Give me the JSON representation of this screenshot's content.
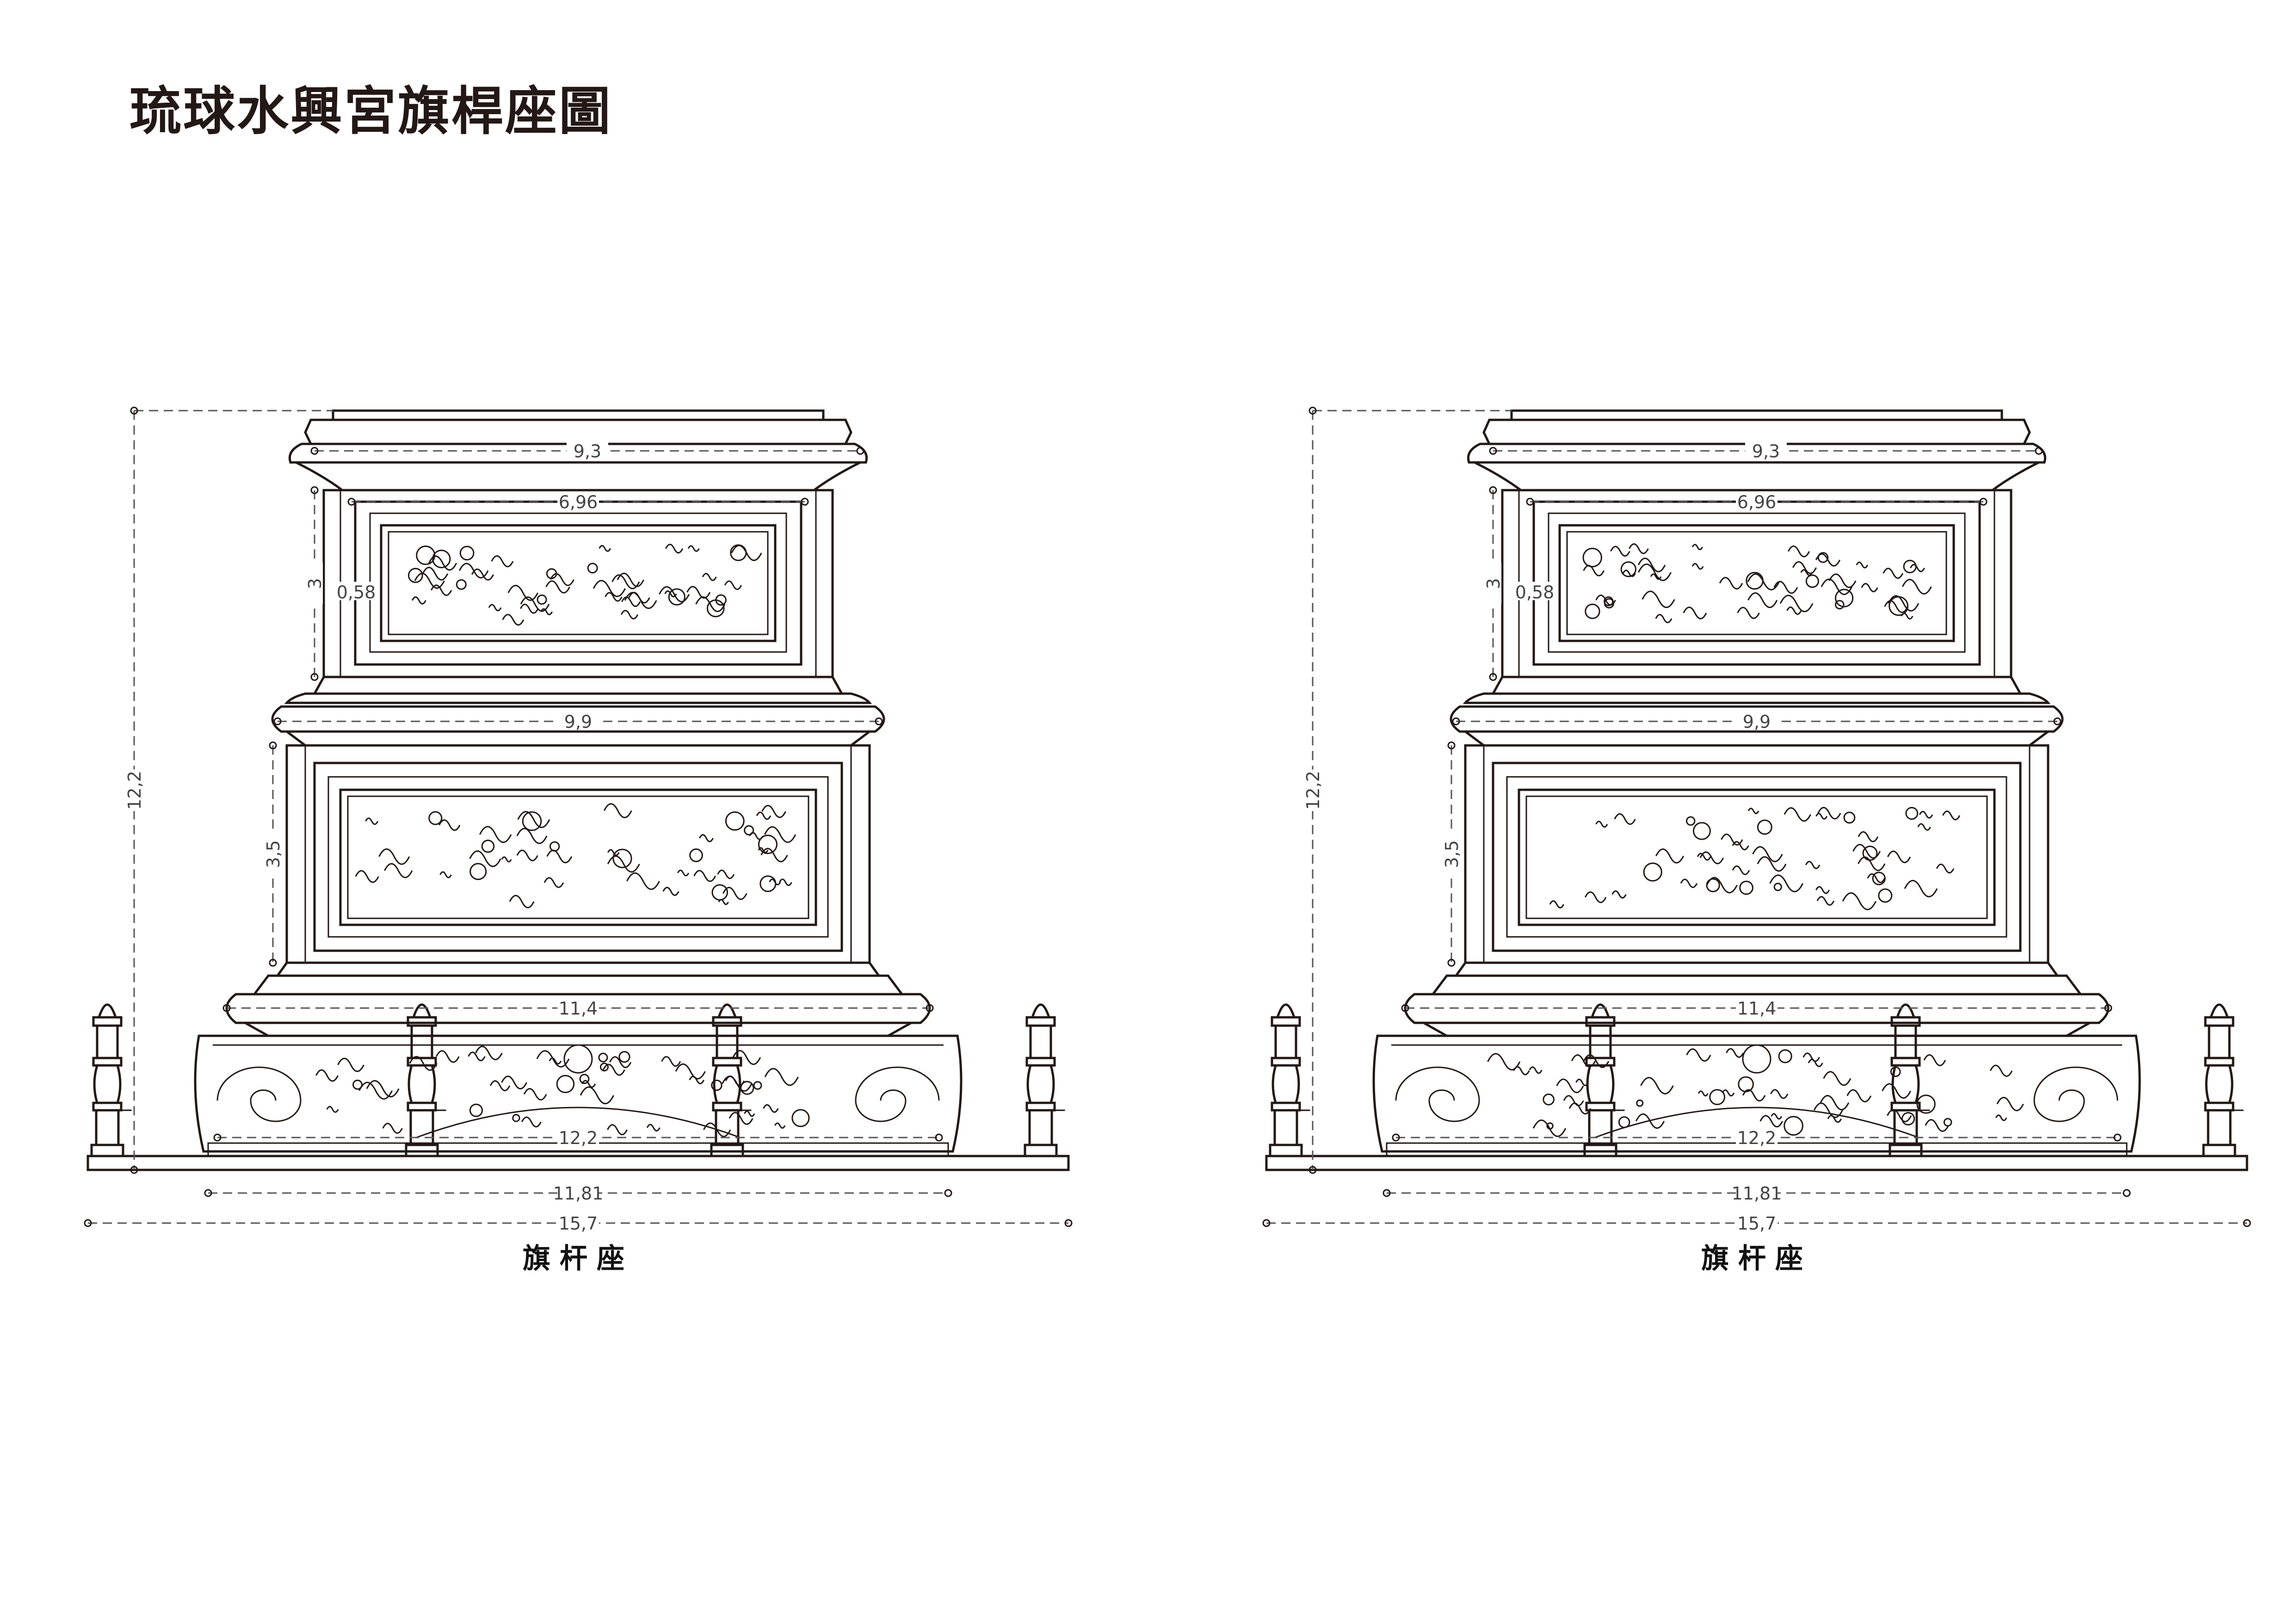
{
  "sheet": {
    "title": "琉球水興宮旗桿座圖"
  },
  "elevations": [
    {
      "caption": "旗杆座",
      "dims": {
        "top_cap_width": "9,3",
        "upper_panel_width": "6,96",
        "upper_height": "3",
        "upper_panel_margin": "0,58",
        "mid_cap_width": "9,9",
        "lower_height": "3,5",
        "plinth_width": "11,4",
        "overall_height": "12,2",
        "base_inner_width": "12,2",
        "base_width": "11,81",
        "overall_width": "15,7"
      }
    },
    {
      "caption": "旗杆座",
      "dims": {
        "top_cap_width": "9,3",
        "upper_panel_width": "6,96",
        "upper_height": "3",
        "upper_panel_margin": "0,58",
        "mid_cap_width": "9,9",
        "lower_height": "3,5",
        "plinth_width": "11,4",
        "overall_height": "12,2",
        "base_inner_width": "12,2",
        "base_width": "11,81",
        "overall_width": "15,7"
      }
    }
  ],
  "colors": {
    "ink": "#231815",
    "dimension": "#555555",
    "paper": "#ffffff"
  }
}
